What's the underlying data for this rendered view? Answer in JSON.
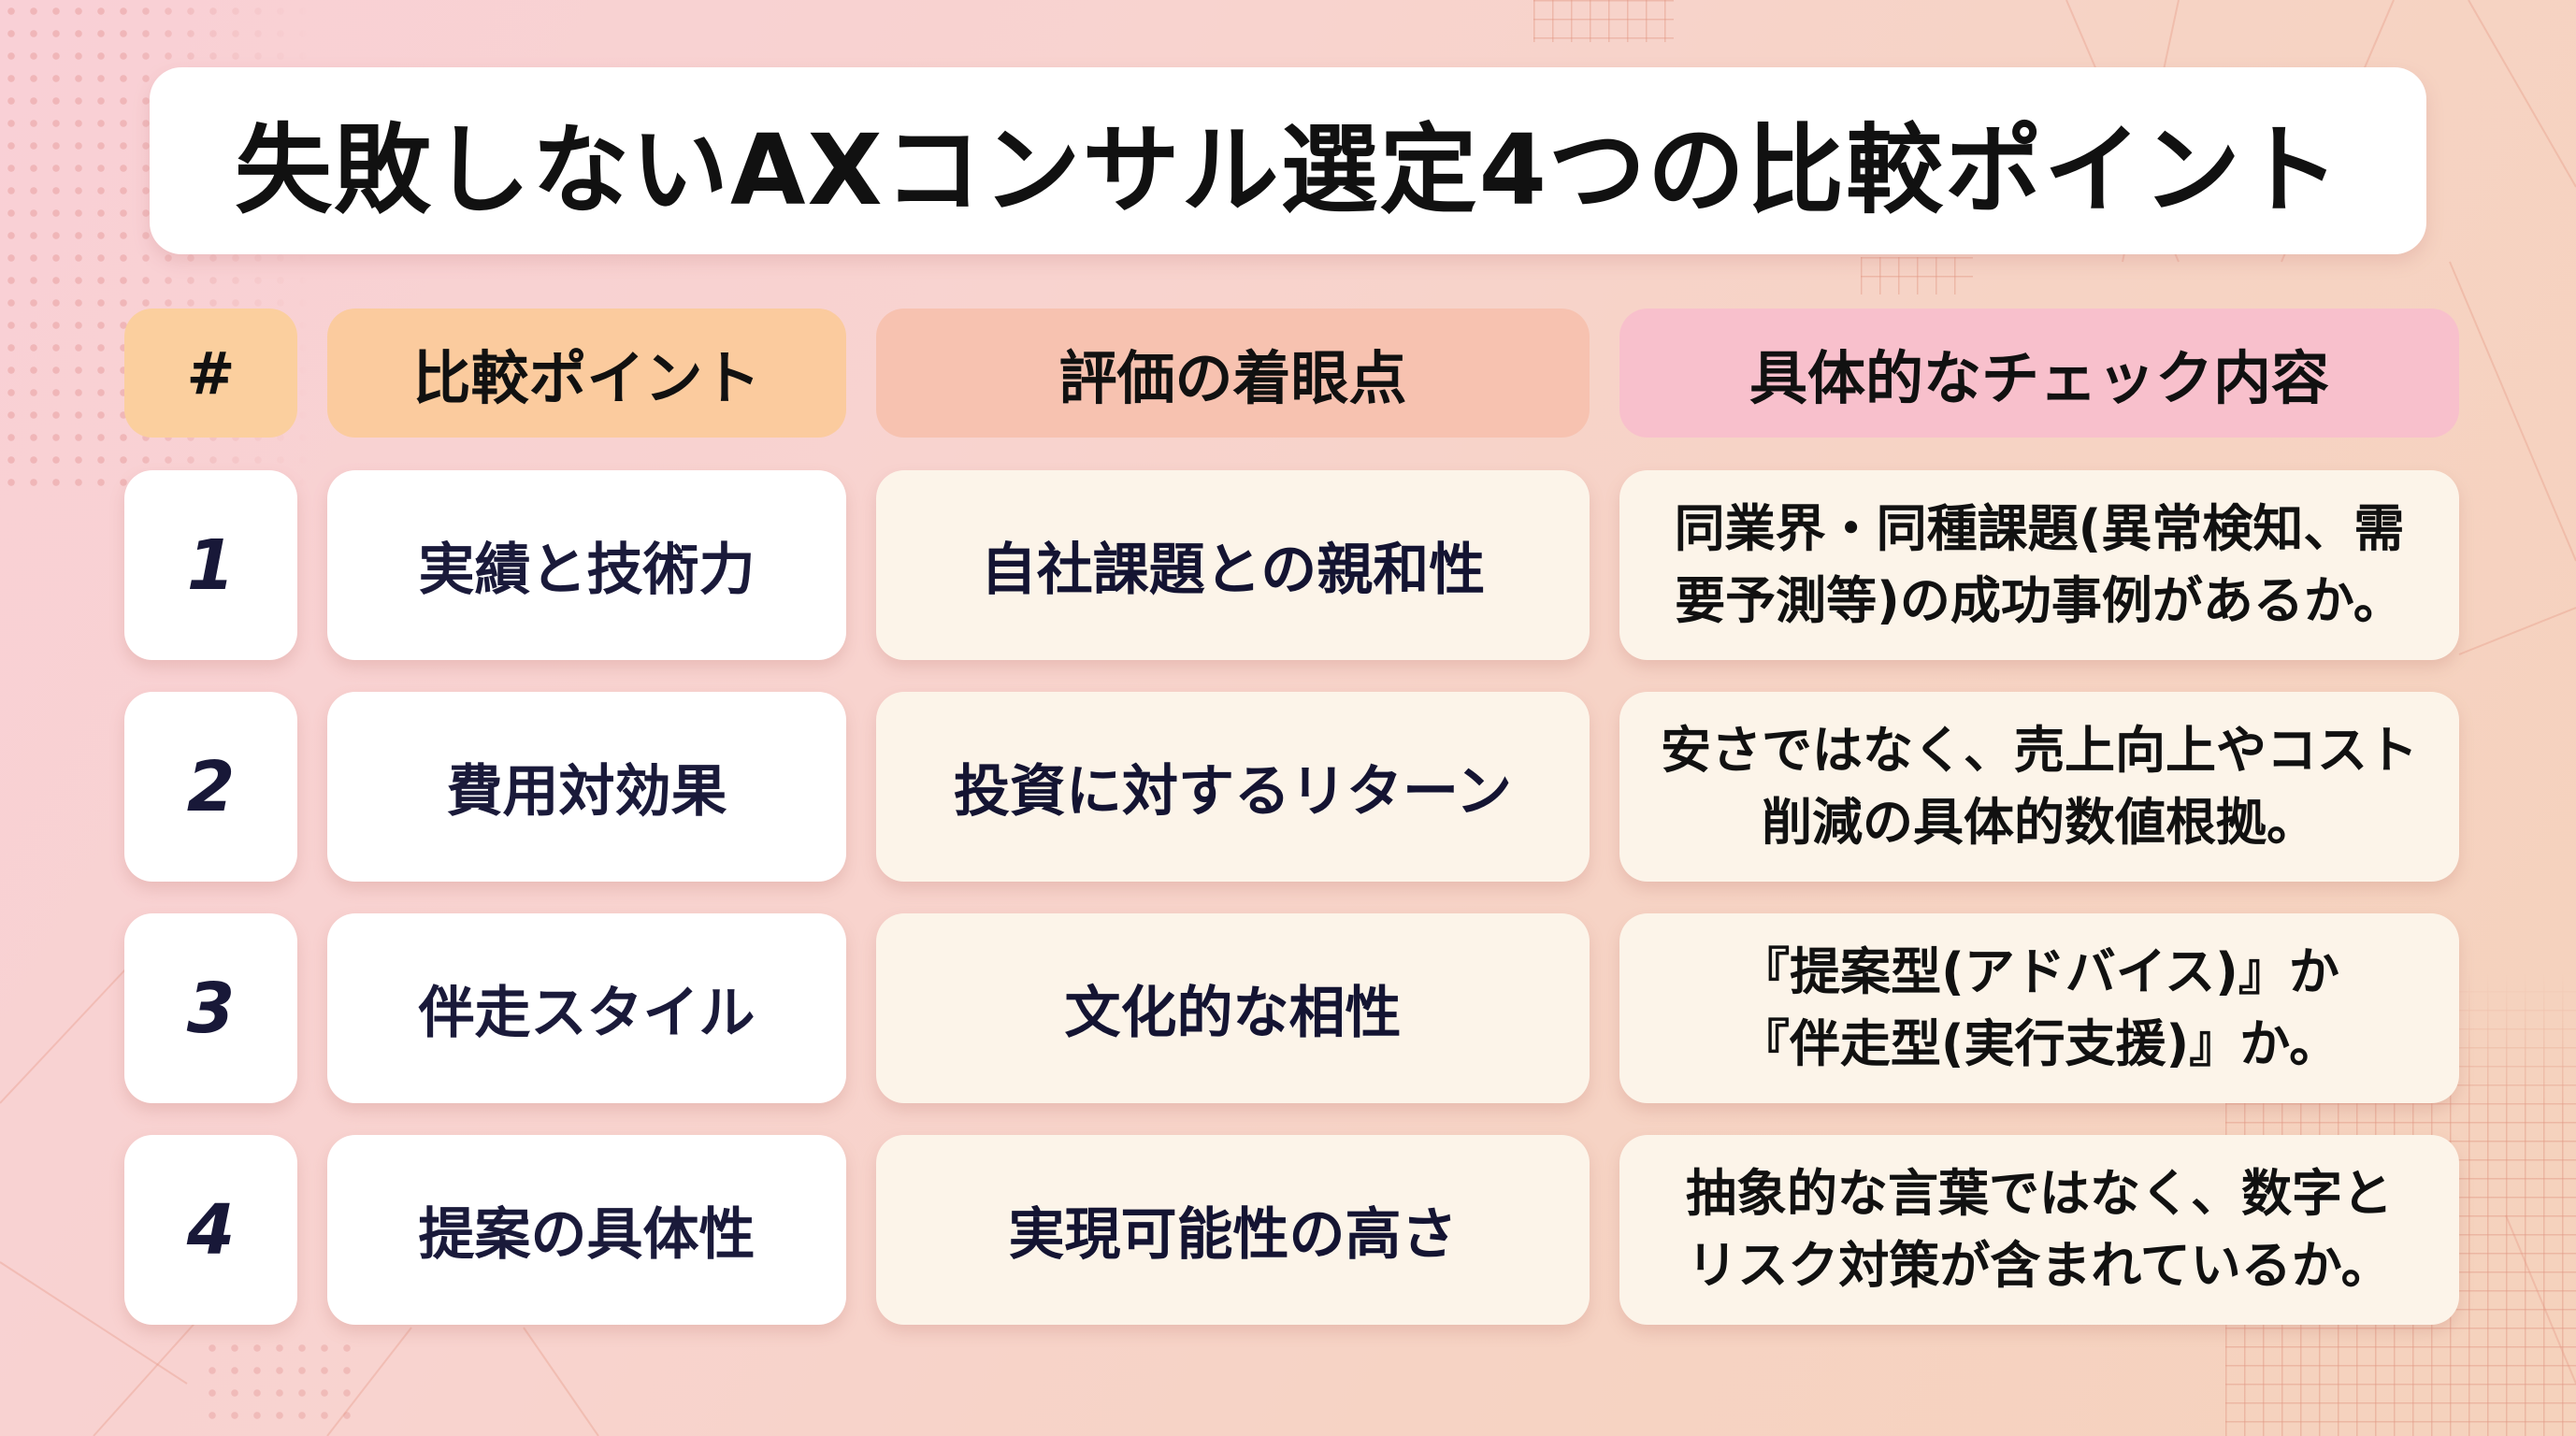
{
  "title": "失敗しないAXコンサル選定4つの比較ポイント",
  "table": {
    "headers": [
      "#",
      "比較ポイント",
      "評価の着眼点",
      "具体的なチェック内容"
    ],
    "header_colors": [
      "#fbcf9e",
      "#fbcb9e",
      "#f7c2b0",
      "#f8c0cc"
    ],
    "rows": [
      {
        "number": "1",
        "point": "実績と技術力",
        "focus": "自社課題との親和性",
        "detail": "同業界・同種課題(異常検知、需\n要予測等)の成功事例があるか。"
      },
      {
        "number": "2",
        "point": "費用対効果",
        "focus": "投資に対するリターン",
        "detail": "安さではなく、売上向上やコスト\n削減の具体的数値根拠。"
      },
      {
        "number": "3",
        "point": "伴走スタイル",
        "focus": "文化的な相性",
        "detail": "『提案型(アドバイス)』か\n『伴走型(実行支援)』か。"
      },
      {
        "number": "4",
        "point": "提案の具体性",
        "focus": "実現可能性の高さ",
        "detail": "抽象的な言葉ではなく、数字と\nリスク対策が含まれているか。"
      }
    ]
  },
  "colors": {
    "background_start": "#f9d0d6",
    "background_end": "#f5d2bc",
    "card_white": "#ffffff",
    "card_cream": "#fcf4e9",
    "text_navy": "#1a1a3a",
    "text_black": "#111111"
  }
}
